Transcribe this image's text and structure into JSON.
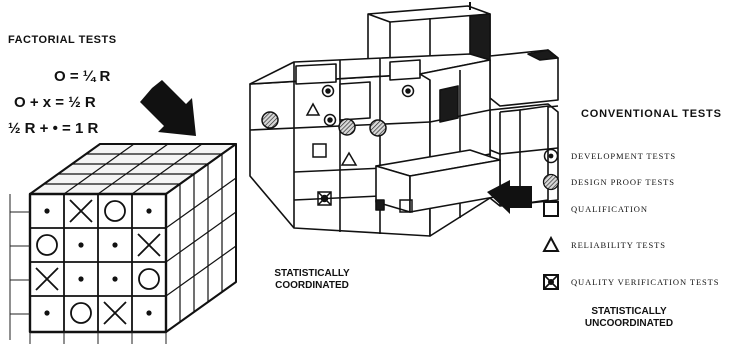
{
  "factorial": {
    "title": "FACTORIAL TESTS",
    "formula_1": "O = ¼ R",
    "formula_2": "O + x = ½ R",
    "formula_3": "½ R + • = 1 R",
    "caption_line1": "STATISTICALLY",
    "caption_line2": "COORDINATED",
    "grid_symbols": [
      [
        "dot",
        "x",
        "o",
        "dot"
      ],
      [
        "o",
        "dot",
        "dot",
        "x"
      ],
      [
        "x",
        "dot",
        "dot",
        "o"
      ],
      [
        "dot",
        "o",
        "x",
        "dot"
      ]
    ]
  },
  "conventional": {
    "title": "CONVENTIONAL TESTS",
    "legend": [
      {
        "icon": "target-circle-icon",
        "label": "DEVELOPMENT TESTS"
      },
      {
        "icon": "hatched-disc-icon",
        "label": "DESIGN PROOF TESTS"
      },
      {
        "icon": "square-icon",
        "label": "QUALIFICATION"
      },
      {
        "icon": "triangle-icon",
        "label": "RELIABILITY TESTS"
      },
      {
        "icon": "crossed-square-icon",
        "label": "QUALITY VERIFICATION TESTS"
      }
    ],
    "caption_line1": "STATISTICALLY",
    "caption_line2": "UNCOORDINATED"
  }
}
